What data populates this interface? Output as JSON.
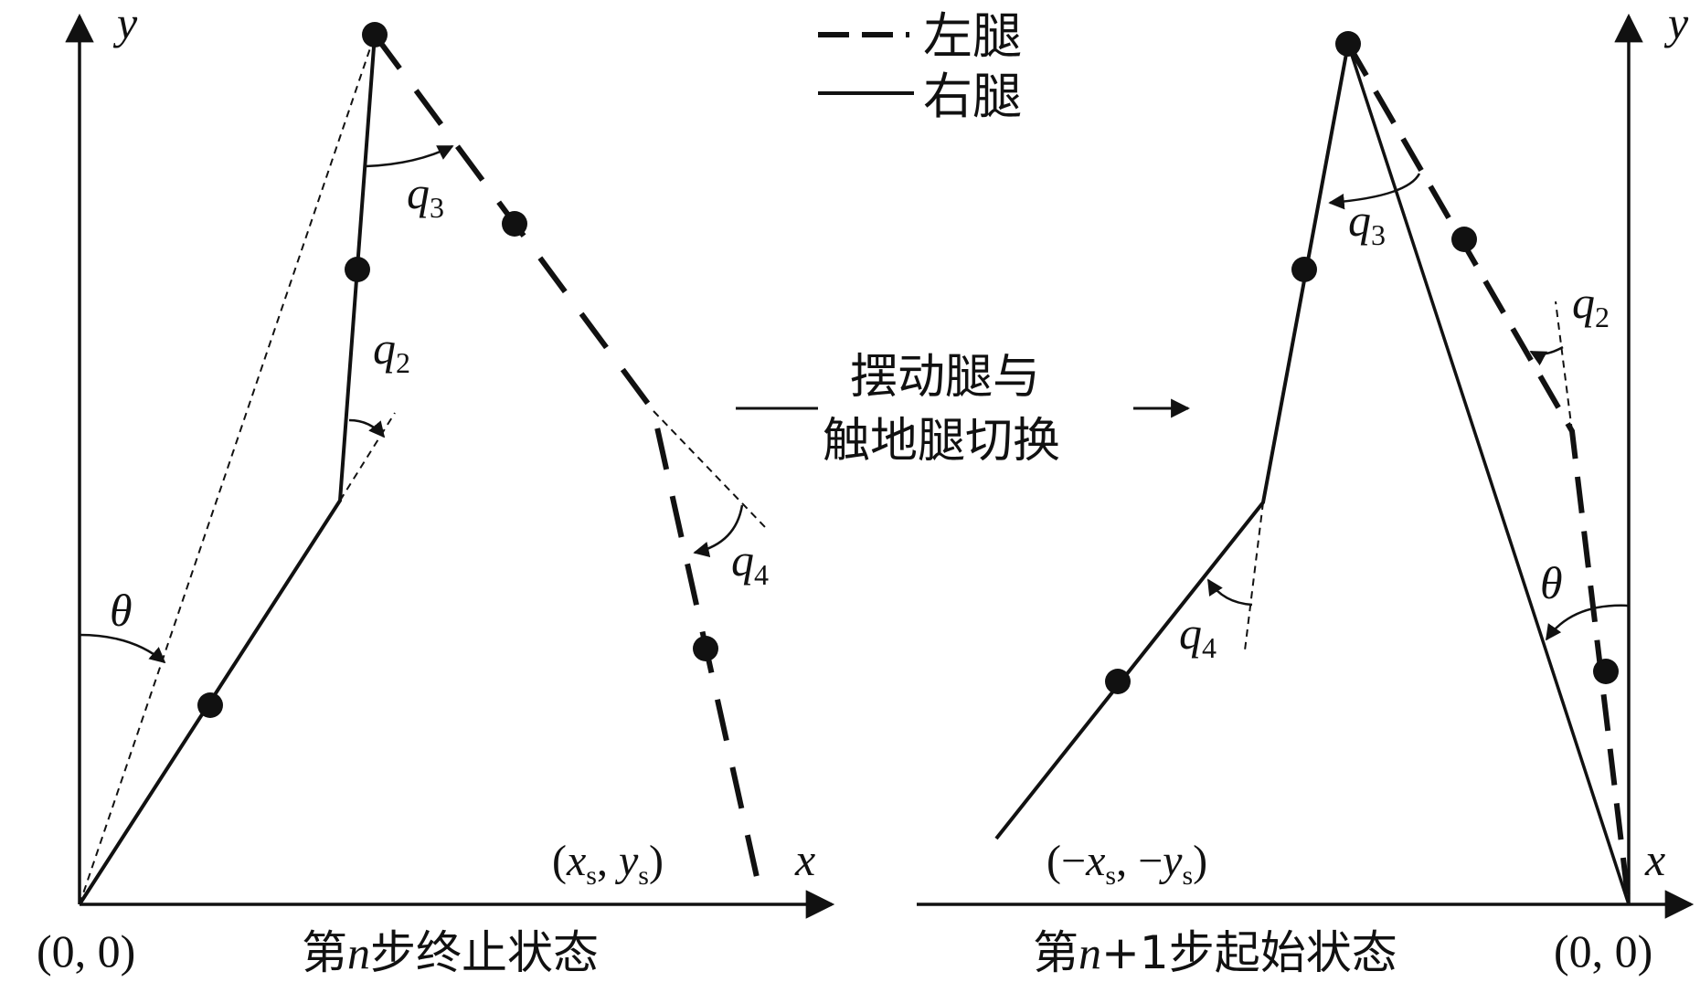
{
  "legend": {
    "left_leg": "左腿",
    "right_leg": "右腿"
  },
  "transition": {
    "line1": "摆动腿与",
    "line2": "触地腿切换"
  },
  "left_panel": {
    "caption_pre": "第",
    "caption_var": "n",
    "caption_post": "步终止状态",
    "origin": "(0, 0)",
    "axis_x": "x",
    "axis_y": "y",
    "end_point": {
      "open": "(",
      "x": "x",
      "x_sub": "s",
      "sep": ", ",
      "y": "y",
      "y_sub": "s",
      "close": ")"
    },
    "angles": {
      "theta": "θ",
      "q2": "q",
      "q2_sub": "2",
      "q3": "q",
      "q3_sub": "3",
      "q4": "q",
      "q4_sub": "4"
    }
  },
  "right_panel": {
    "caption_pre": "第",
    "caption_var": "n",
    "caption_post": "+1步起始状态",
    "origin": "(0, 0)",
    "axis_x": "x",
    "axis_y": "y",
    "start_point": {
      "open": "(−",
      "x": "x",
      "x_sub": "s",
      "sep": ", −",
      "y": "y",
      "y_sub": "s",
      "close": ")"
    },
    "angles": {
      "theta": "θ",
      "q2": "q",
      "q2_sub": "2",
      "q3": "q",
      "q3_sub": "3",
      "q4": "q",
      "q4_sub": "4"
    }
  }
}
